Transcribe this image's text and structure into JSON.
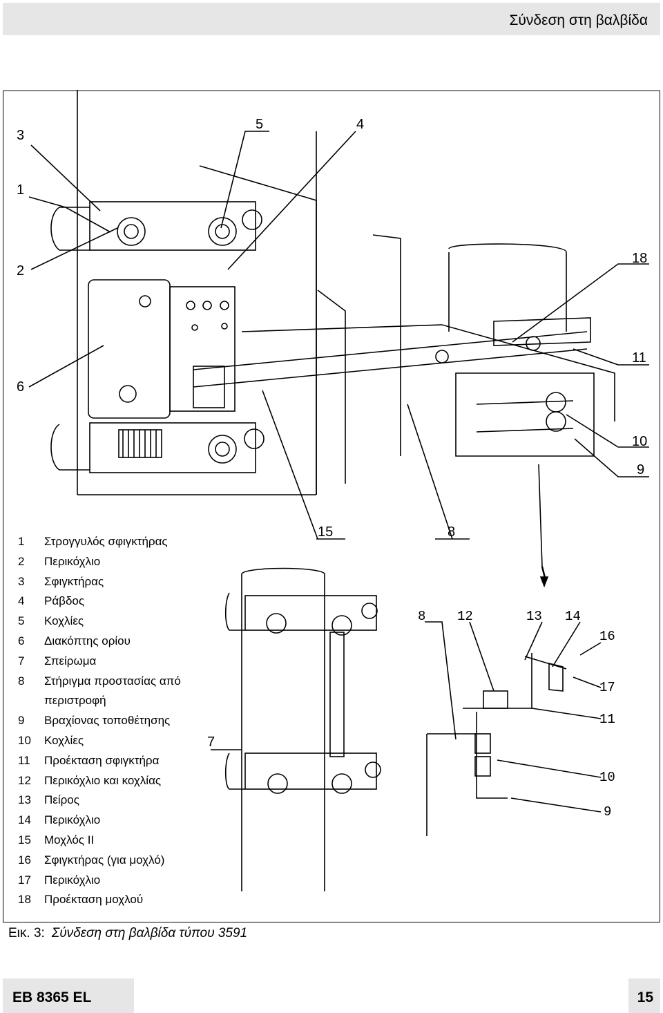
{
  "header": {
    "title": "Σύνδεση στη βαλβίδα"
  },
  "figure": {
    "top_callouts": [
      "3",
      "5",
      "4",
      "1",
      "2",
      "6",
      "18",
      "11",
      "10",
      "9",
      "15",
      "8",
      "7"
    ],
    "detail_callouts": [
      "8",
      "12",
      "13",
      "14",
      "16",
      "17",
      "11",
      "10",
      "9"
    ]
  },
  "legend": [
    {
      "num": "1",
      "text": "Στρογγυλός σφιγκτήρας"
    },
    {
      "num": "2",
      "text": "Περικόχλιο"
    },
    {
      "num": "3",
      "text": "Σφιγκτήρας"
    },
    {
      "num": "4",
      "text": "Ράβδος"
    },
    {
      "num": "5",
      "text": "Κοχλίες"
    },
    {
      "num": "6",
      "text": "Διακόπτης ορίου"
    },
    {
      "num": "7",
      "text": "Σπείρωμα"
    },
    {
      "num": "8",
      "text": "Στήριγμα προστασίας από περιστροφή"
    },
    {
      "num": "9",
      "text": "Βραχίονας τοποθέτησης"
    },
    {
      "num": "10",
      "text": "Κοχλίες"
    },
    {
      "num": "11",
      "text": "Προέκταση σφιγκτήρα"
    },
    {
      "num": "12",
      "text": "Περικόχλιο και κοχλίας"
    },
    {
      "num": "13",
      "text": "Πείρος"
    },
    {
      "num": "14",
      "text": "Περικόχλιο"
    },
    {
      "num": "15",
      "text": "Μοχλός II"
    },
    {
      "num": "16",
      "text": "Σφιγκτήρας (για μοχλό)"
    },
    {
      "num": "17",
      "text": "Περικόχλιο"
    },
    {
      "num": "18",
      "text": "Προέκταση μοχλού"
    }
  ],
  "caption": {
    "label": "Εικ. 3:",
    "text": "Σύνδεση στη βαλβίδα τύπου 3591"
  },
  "footer": {
    "doc_id": "EB 8365 EL",
    "page": "15"
  }
}
